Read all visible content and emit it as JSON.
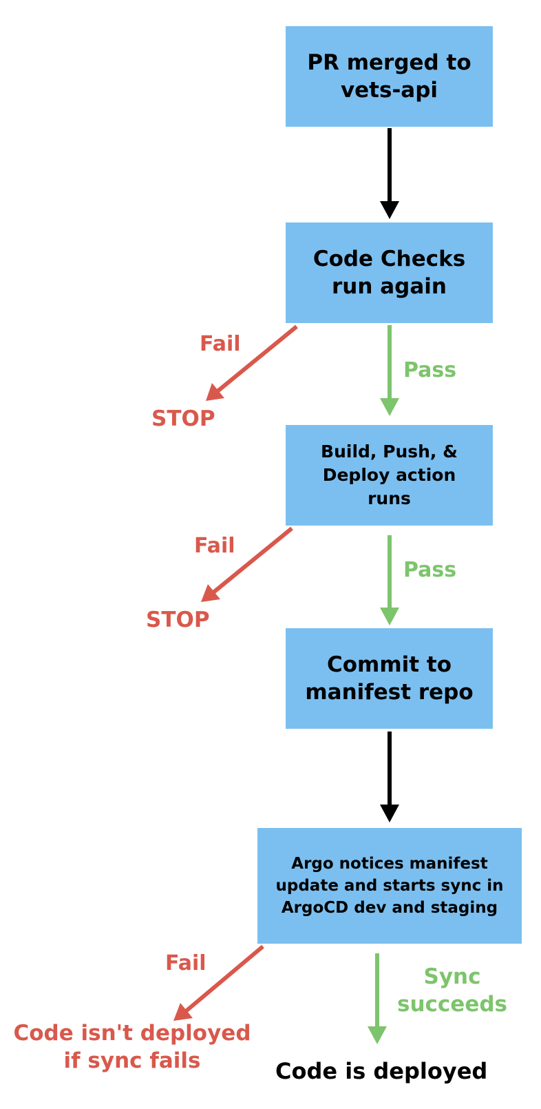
{
  "colors": {
    "box_fill": "#7bbff0",
    "fail": "#d9584c",
    "pass": "#7dc46c",
    "neutral": "#000000"
  },
  "nodes": {
    "pr_merged": {
      "line1": "PR merged to",
      "line2": "vets-api"
    },
    "code_checks": {
      "line1": "Code Checks",
      "line2": "run again"
    },
    "build_push": {
      "line1": "Build, Push, &",
      "line2": "Deploy action",
      "line3": "runs"
    },
    "commit_manifest": {
      "line1": "Commit to",
      "line2": "manifest repo"
    },
    "argo_sync": {
      "line1": "Argo notices manifest",
      "line2": "update and starts sync in",
      "line3": "ArgoCD dev and staging"
    }
  },
  "edges": {
    "fail_1": "Fail",
    "pass_1": "Pass",
    "stop_1": "STOP",
    "fail_2": "Fail",
    "pass_2": "Pass",
    "stop_2": "STOP",
    "fail_3": "Fail",
    "sync_succeeds": {
      "line1": "Sync",
      "line2": "succeeds"
    }
  },
  "outcomes": {
    "not_deployed": {
      "line1": "Code isn't deployed",
      "line2": "if sync fails"
    },
    "deployed": "Code is deployed"
  }
}
